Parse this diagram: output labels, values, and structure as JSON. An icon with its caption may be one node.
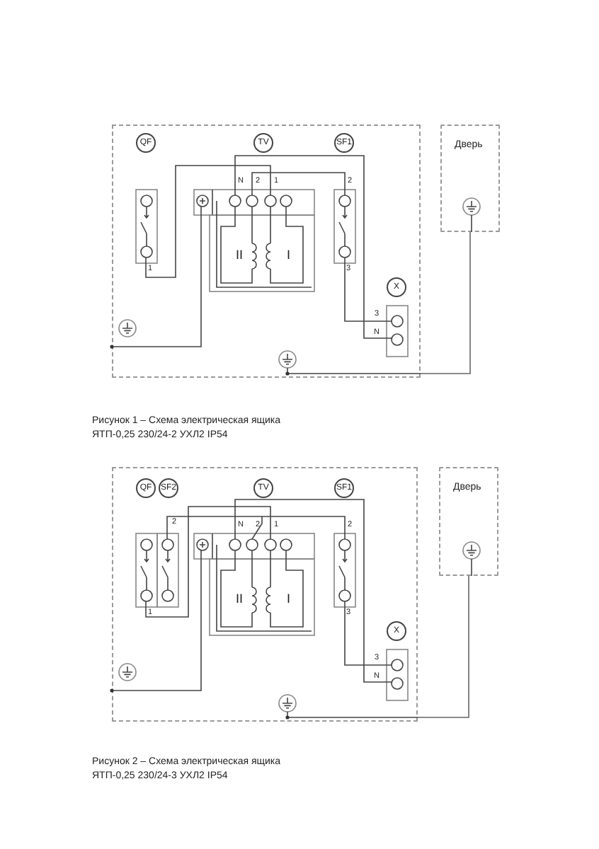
{
  "diagram": {
    "nodes": [
      {
        "text": [],
        "shape": "box"
      },
      {
        "text": [
          "Дверь"
        ]
      },
      {
        "text": [],
        "shape": "box"
      },
      {
        "text": [
          "Дверь"
        ]
      }
    ],
    "edges": [
      {
        "from": 1,
        "to": 0,
        "arrow": "none"
      },
      {
        "from": 3,
        "to": 2,
        "arrow": "none"
      }
    ],
    "labels": [
      "QF",
      "TV",
      "SF1",
      "N",
      "2",
      "1",
      "2",
      "II",
      "I",
      "1",
      "3",
      "X",
      "3",
      "N",
      "Рисунок 1 – Схема электрическая ящика ЯТП-0,25 230/24-2 УХЛ2 IP54",
      "QF",
      "SF2",
      "TV",
      "SF1",
      "2",
      "N",
      "2",
      "1",
      "2",
      "II",
      "I",
      "1",
      "3",
      "X",
      "3",
      "N",
      "Рисунок 2 – Схема электрическая ящика ЯТП-0,25 230/24-3 УХЛ2 IP54"
    ]
  }
}
